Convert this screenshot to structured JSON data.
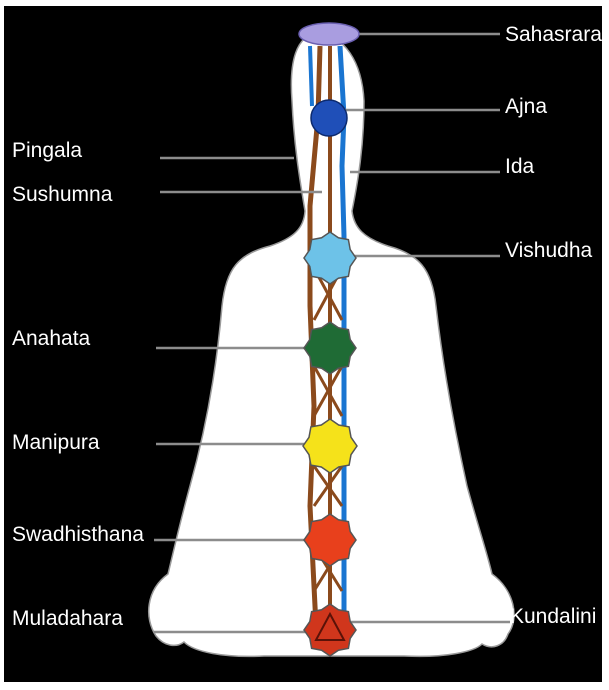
{
  "colors": {
    "background": "#000000",
    "body": "#ffffff",
    "outline": "#9a9a9a",
    "ida_channel": "#1a75d1",
    "pingala_channel": "#8b4a1c",
    "leader_line": "#8c8c8c",
    "label_text": "#ffffff"
  },
  "labels": {
    "sahasrara": "Sahasrara",
    "ajna": "Ajna",
    "pingala": "Pingala",
    "ida": "Ida",
    "sushumna": "Sushumna",
    "vishudha": "Vishudha",
    "anahata": "Anahata",
    "manipura": "Manipura",
    "swadhisthana": "Swadhisthana",
    "muladahara": "Muladahara",
    "kundalini": "Kundalini"
  },
  "chakras": [
    {
      "name": "sahasrara",
      "color": "#a99de0",
      "shape": "oval"
    },
    {
      "name": "ajna",
      "color": "#1f4fb8",
      "shape": "circle"
    },
    {
      "name": "vishudha",
      "color": "#6dc2e8",
      "shape": "flower"
    },
    {
      "name": "anahata",
      "color": "#1f6b35",
      "shape": "flower"
    },
    {
      "name": "manipura",
      "color": "#f5e21a",
      "shape": "flower"
    },
    {
      "name": "swadhisthana",
      "color": "#e8401c",
      "shape": "flower"
    },
    {
      "name": "muladahara",
      "color": "#d0361c",
      "shape": "flower"
    }
  ]
}
